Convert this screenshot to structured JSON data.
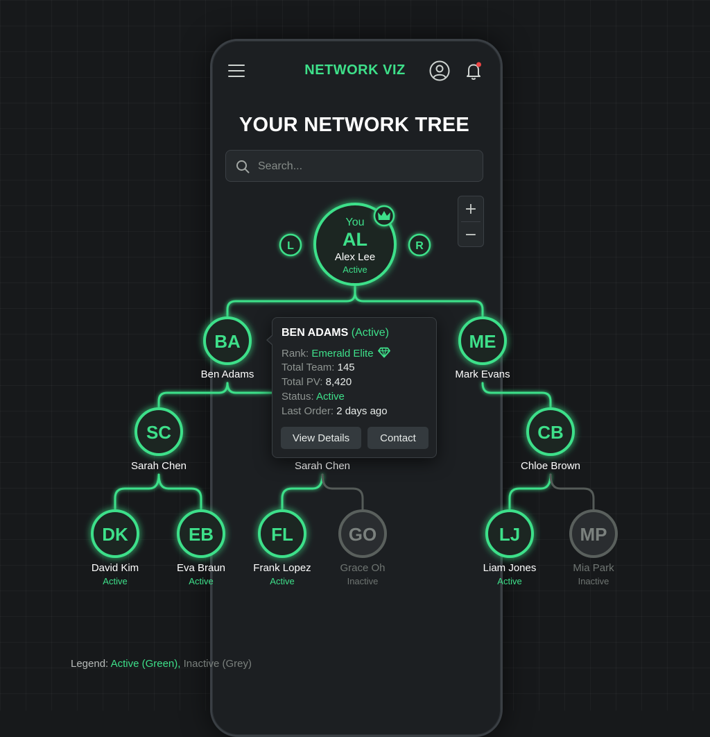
{
  "header": {
    "title": "NETWORK VIZ",
    "menu_icon": "hamburger-icon",
    "profile_icon": "user-circle-icon",
    "notification_icon": "bell-icon"
  },
  "page": {
    "title": "YOUR NETWORK TREE"
  },
  "search": {
    "placeholder": "Search..."
  },
  "zoom": {
    "in_label": "+",
    "out_label": "−"
  },
  "root": {
    "prefix": "You",
    "initials": "AL",
    "name": "Alex Lee",
    "status": "Active",
    "badge_icon": "crown-icon",
    "left_label": "L",
    "right_label": "R"
  },
  "nodes": {
    "ba": {
      "initials": "BA",
      "name": "Ben Adams",
      "status": ""
    },
    "me": {
      "initials": "ME",
      "name": "Mark Evans",
      "status": ""
    },
    "sc1": {
      "initials": "SC",
      "name": "Sarah Chen",
      "status": ""
    },
    "sc2": {
      "initials": "",
      "name": "Sarah Chen",
      "status": ""
    },
    "cb": {
      "initials": "CB",
      "name": "Chloe Brown",
      "status": ""
    },
    "dk": {
      "initials": "DK",
      "name": "David Kim",
      "status": "Active"
    },
    "eb": {
      "initials": "EB",
      "name": "Eva Braun",
      "status": "Active"
    },
    "fl": {
      "initials": "FL",
      "name": "Frank Lopez",
      "status": "Active"
    },
    "go": {
      "initials": "GO",
      "name": "Grace Oh",
      "status": "Inactive"
    },
    "lj": {
      "initials": "LJ",
      "name": "Liam Jones",
      "status": "Active"
    },
    "mp": {
      "initials": "MP",
      "name": "Mia Park",
      "status": "Inactive"
    }
  },
  "tooltip": {
    "name": "BEN ADAMS",
    "status_paren": "(Active)",
    "rank_label": "Rank:",
    "rank_value": "Emerald Elite",
    "rank_icon": "gem-icon",
    "team_label": "Total Team:",
    "team_value": "145",
    "pv_label": "Total PV:",
    "pv_value": "8,420",
    "status_label": "Status:",
    "status_value": "Active",
    "order_label": "Last Order:",
    "order_value": "2 days ago",
    "view_details": "View Details",
    "contact": "Contact"
  },
  "legend": {
    "label": "Legend:",
    "active": "Active (Green),",
    "inactive": "Inactive (Grey)"
  },
  "colors": {
    "accent": "#3ee08a",
    "inactive": "#6f7572",
    "background": "#17191b"
  }
}
